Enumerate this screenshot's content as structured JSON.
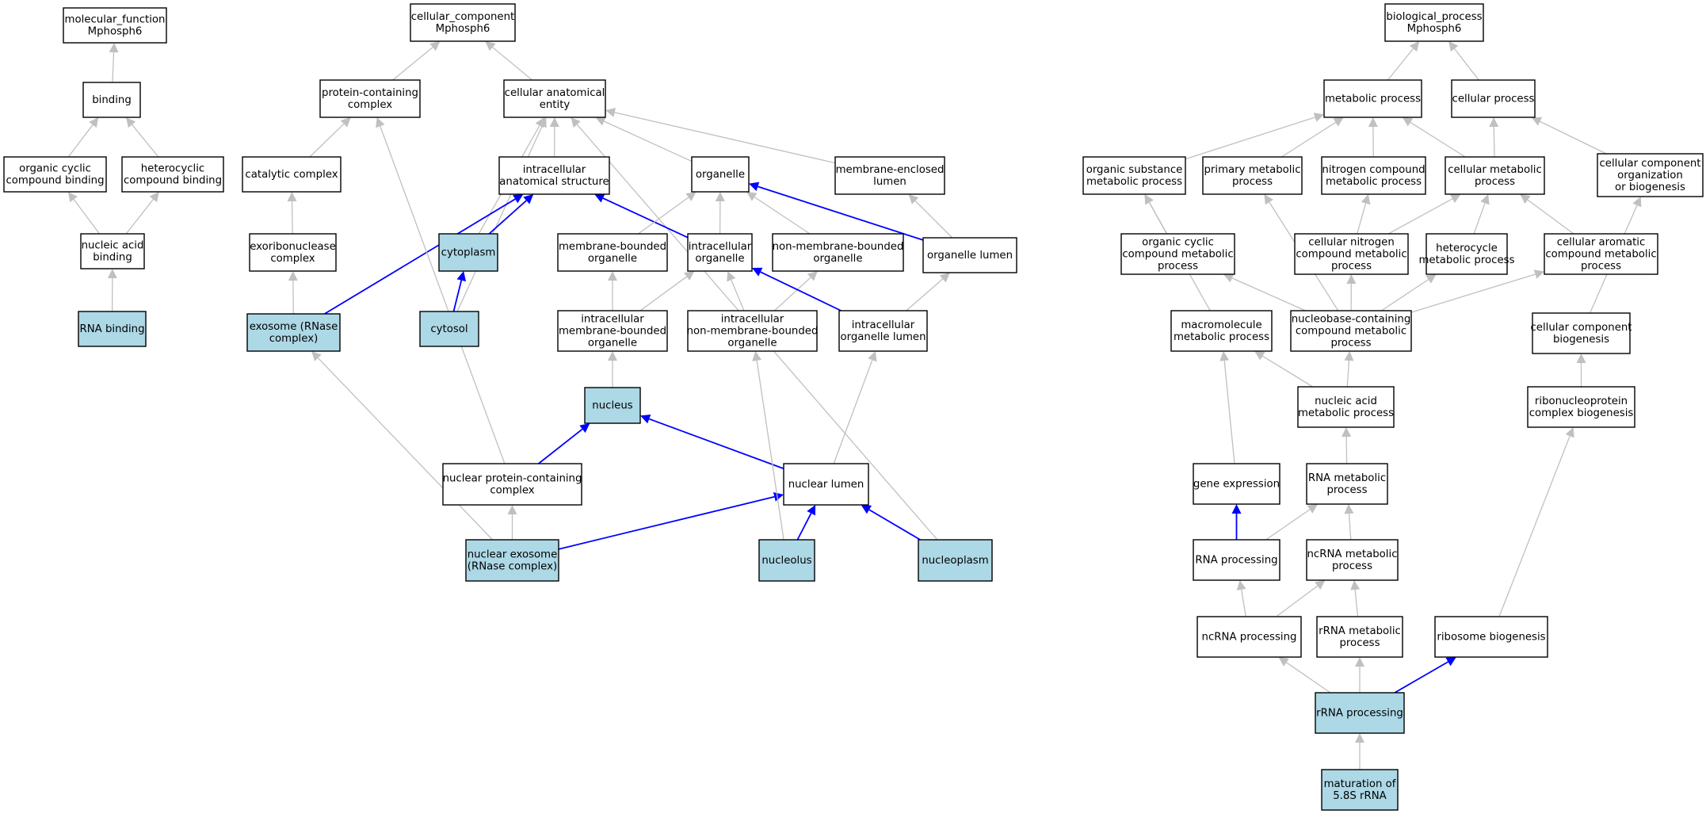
{
  "colors": {
    "background": "#ffffff",
    "node_fill": "#ffffff",
    "highlight_fill": "#add8e6",
    "gray_edge": "#c0c0c0",
    "blue_edge": "#0000ff",
    "border": "#000000"
  },
  "nodes": [
    {
      "id": "mf",
      "lines": [
        "molecular_function",
        "Mphosph6"
      ],
      "highlight": false
    },
    {
      "id": "binding",
      "lines": [
        "binding"
      ],
      "highlight": false
    },
    {
      "id": "ocb",
      "lines": [
        "organic cyclic",
        "compound binding"
      ],
      "highlight": false
    },
    {
      "id": "hcb",
      "lines": [
        "heterocyclic",
        "compound binding"
      ],
      "highlight": false
    },
    {
      "id": "nab",
      "lines": [
        "nucleic acid",
        "binding"
      ],
      "highlight": false
    },
    {
      "id": "rnab",
      "lines": [
        "RNA binding"
      ],
      "highlight": true
    },
    {
      "id": "cc",
      "lines": [
        "cellular_component",
        "Mphosph6"
      ],
      "highlight": false
    },
    {
      "id": "pcc",
      "lines": [
        "protein-containing",
        "complex"
      ],
      "highlight": false
    },
    {
      "id": "cae",
      "lines": [
        "cellular anatomical",
        "entity"
      ],
      "highlight": false
    },
    {
      "id": "catc",
      "lines": [
        "catalytic complex"
      ],
      "highlight": false
    },
    {
      "id": "ias",
      "lines": [
        "intracellular",
        "anatomical structure"
      ],
      "highlight": false
    },
    {
      "id": "organelle",
      "lines": [
        "organelle"
      ],
      "highlight": false
    },
    {
      "id": "mel",
      "lines": [
        "membrane-enclosed",
        "lumen"
      ],
      "highlight": false
    },
    {
      "id": "exoc",
      "lines": [
        "exoribonuclease",
        "complex"
      ],
      "highlight": false
    },
    {
      "id": "cytoplasm",
      "lines": [
        "cytoplasm"
      ],
      "highlight": true
    },
    {
      "id": "mbo",
      "lines": [
        "membrane-bounded",
        "organelle"
      ],
      "highlight": false
    },
    {
      "id": "io",
      "lines": [
        "intracellular",
        "organelle"
      ],
      "highlight": false
    },
    {
      "id": "nmbo",
      "lines": [
        "non-membrane-bounded",
        "organelle"
      ],
      "highlight": false
    },
    {
      "id": "ol",
      "lines": [
        "organelle lumen"
      ],
      "highlight": false
    },
    {
      "id": "exosome",
      "lines": [
        "exosome (RNase",
        "complex)"
      ],
      "highlight": true
    },
    {
      "id": "cytosol",
      "lines": [
        "cytosol"
      ],
      "highlight": true
    },
    {
      "id": "imbo",
      "lines": [
        "intracellular",
        "membrane-bounded",
        "organelle"
      ],
      "highlight": false
    },
    {
      "id": "inmbo",
      "lines": [
        "intracellular",
        "non-membrane-bounded",
        "organelle"
      ],
      "highlight": false
    },
    {
      "id": "iol",
      "lines": [
        "intracellular",
        "organelle lumen"
      ],
      "highlight": false
    },
    {
      "id": "nucleus",
      "lines": [
        "nucleus"
      ],
      "highlight": true
    },
    {
      "id": "npcc",
      "lines": [
        "nuclear protein-containing",
        "complex"
      ],
      "highlight": false
    },
    {
      "id": "nl",
      "lines": [
        "nuclear lumen"
      ],
      "highlight": false
    },
    {
      "id": "nexo",
      "lines": [
        "nuclear exosome",
        "(RNase complex)"
      ],
      "highlight": true
    },
    {
      "id": "nucleolus",
      "lines": [
        "nucleolus"
      ],
      "highlight": true
    },
    {
      "id": "nucleoplasm",
      "lines": [
        "nucleoplasm"
      ],
      "highlight": true
    },
    {
      "id": "bp",
      "lines": [
        "biological_process",
        "Mphosph6"
      ],
      "highlight": false
    },
    {
      "id": "mp",
      "lines": [
        "metabolic process"
      ],
      "highlight": false
    },
    {
      "id": "cp",
      "lines": [
        "cellular process"
      ],
      "highlight": false
    },
    {
      "id": "osmp",
      "lines": [
        "organic substance",
        "metabolic process"
      ],
      "highlight": false
    },
    {
      "id": "pmp",
      "lines": [
        "primary metabolic",
        "process"
      ],
      "highlight": false
    },
    {
      "id": "ncmp",
      "lines": [
        "nitrogen compound",
        "metabolic process"
      ],
      "highlight": false
    },
    {
      "id": "cmp",
      "lines": [
        "cellular metabolic",
        "process"
      ],
      "highlight": false
    },
    {
      "id": "ccob",
      "lines": [
        "cellular component",
        "organization",
        "or biogenesis"
      ],
      "highlight": false
    },
    {
      "id": "occmp",
      "lines": [
        "organic cyclic",
        "compound metabolic",
        "process"
      ],
      "highlight": false
    },
    {
      "id": "cncmp",
      "lines": [
        "cellular nitrogen",
        "compound metabolic",
        "process"
      ],
      "highlight": false
    },
    {
      "id": "hmp",
      "lines": [
        "heterocycle",
        "metabolic process"
      ],
      "highlight": false
    },
    {
      "id": "cacmp",
      "lines": [
        "cellular aromatic",
        "compound metabolic",
        "process"
      ],
      "highlight": false
    },
    {
      "id": "mmp",
      "lines": [
        "macromolecule",
        "metabolic process"
      ],
      "highlight": false
    },
    {
      "id": "nbcmp",
      "lines": [
        "nucleobase-containing",
        "compound metabolic",
        "process"
      ],
      "highlight": false
    },
    {
      "id": "ccb",
      "lines": [
        "cellular component",
        "biogenesis"
      ],
      "highlight": false
    },
    {
      "id": "namp",
      "lines": [
        "nucleic acid",
        "metabolic process"
      ],
      "highlight": false
    },
    {
      "id": "rcb",
      "lines": [
        "ribonucleoprotein",
        "complex biogenesis"
      ],
      "highlight": false
    },
    {
      "id": "ge",
      "lines": [
        "gene expression"
      ],
      "highlight": false
    },
    {
      "id": "rmp",
      "lines": [
        "RNA metabolic",
        "process"
      ],
      "highlight": false
    },
    {
      "id": "rnap",
      "lines": [
        "RNA processing"
      ],
      "highlight": false
    },
    {
      "id": "ncrmp",
      "lines": [
        "ncRNA metabolic",
        "process"
      ],
      "highlight": false
    },
    {
      "id": "ncrp",
      "lines": [
        "ncRNA processing"
      ],
      "highlight": false
    },
    {
      "id": "rrmp",
      "lines": [
        "rRNA metabolic",
        "process"
      ],
      "highlight": false
    },
    {
      "id": "rb",
      "lines": [
        "ribosome biogenesis"
      ],
      "highlight": false
    },
    {
      "id": "rrp",
      "lines": [
        "rRNA processing"
      ],
      "highlight": true
    },
    {
      "id": "m58",
      "lines": [
        "maturation of",
        "5.8S rRNA"
      ],
      "highlight": true
    }
  ],
  "edges": [
    {
      "from": "binding",
      "to": "mf",
      "type": "gray"
    },
    {
      "from": "ocb",
      "to": "binding",
      "type": "gray"
    },
    {
      "from": "hcb",
      "to": "binding",
      "type": "gray"
    },
    {
      "from": "nab",
      "to": "ocb",
      "type": "gray"
    },
    {
      "from": "nab",
      "to": "hcb",
      "type": "gray"
    },
    {
      "from": "rnab",
      "to": "nab",
      "type": "gray"
    },
    {
      "from": "pcc",
      "to": "cc",
      "type": "gray"
    },
    {
      "from": "cae",
      "to": "cc",
      "type": "gray"
    },
    {
      "from": "catc",
      "to": "pcc",
      "type": "gray"
    },
    {
      "from": "exoc",
      "to": "catc",
      "type": "gray"
    },
    {
      "from": "exosome",
      "to": "exoc",
      "type": "gray"
    },
    {
      "from": "ias",
      "to": "cae",
      "type": "gray"
    },
    {
      "from": "organelle",
      "to": "cae",
      "type": "gray"
    },
    {
      "from": "mel",
      "to": "cae",
      "type": "gray"
    },
    {
      "from": "cytoplasm",
      "to": "cae",
      "type": "gray"
    },
    {
      "from": "cytosol",
      "to": "cae",
      "type": "gray"
    },
    {
      "from": "nucleoplasm",
      "to": "cae",
      "type": "gray"
    },
    {
      "from": "cytoplasm",
      "to": "ias",
      "type": "blue"
    },
    {
      "from": "exosome",
      "to": "ias",
      "type": "blue"
    },
    {
      "from": "io",
      "to": "ias",
      "type": "blue"
    },
    {
      "from": "cytosol",
      "to": "cytoplasm",
      "type": "blue"
    },
    {
      "from": "mbo",
      "to": "organelle",
      "type": "gray"
    },
    {
      "from": "io",
      "to": "organelle",
      "type": "gray"
    },
    {
      "from": "nmbo",
      "to": "organelle",
      "type": "gray"
    },
    {
      "from": "ol",
      "to": "organelle",
      "type": "blue"
    },
    {
      "from": "ol",
      "to": "mel",
      "type": "gray"
    },
    {
      "from": "imbo",
      "to": "mbo",
      "type": "gray"
    },
    {
      "from": "imbo",
      "to": "io",
      "type": "gray"
    },
    {
      "from": "inmbo",
      "to": "io",
      "type": "gray"
    },
    {
      "from": "inmbo",
      "to": "nmbo",
      "type": "gray"
    },
    {
      "from": "iol",
      "to": "io",
      "type": "blue"
    },
    {
      "from": "iol",
      "to": "ol",
      "type": "gray"
    },
    {
      "from": "nucleus",
      "to": "imbo",
      "type": "gray"
    },
    {
      "from": "npcc",
      "to": "nucleus",
      "type": "blue"
    },
    {
      "from": "npcc",
      "to": "pcc",
      "type": "gray"
    },
    {
      "from": "nl",
      "to": "nucleus",
      "type": "blue"
    },
    {
      "from": "nl",
      "to": "iol",
      "type": "gray"
    },
    {
      "from": "nexo",
      "to": "npcc",
      "type": "gray"
    },
    {
      "from": "nexo",
      "to": "exosome",
      "type": "gray"
    },
    {
      "from": "nexo",
      "to": "nl",
      "type": "blue"
    },
    {
      "from": "nucleolus",
      "to": "nl",
      "type": "blue"
    },
    {
      "from": "nucleolus",
      "to": "inmbo",
      "type": "gray"
    },
    {
      "from": "nucleoplasm",
      "to": "nl",
      "type": "blue"
    },
    {
      "from": "mp",
      "to": "bp",
      "type": "gray"
    },
    {
      "from": "cp",
      "to": "bp",
      "type": "gray"
    },
    {
      "from": "osmp",
      "to": "mp",
      "type": "gray"
    },
    {
      "from": "pmp",
      "to": "mp",
      "type": "gray"
    },
    {
      "from": "ncmp",
      "to": "mp",
      "type": "gray"
    },
    {
      "from": "cmp",
      "to": "mp",
      "type": "gray"
    },
    {
      "from": "cmp",
      "to": "cp",
      "type": "gray"
    },
    {
      "from": "ccob",
      "to": "cp",
      "type": "gray"
    },
    {
      "from": "occmp",
      "to": "osmp",
      "type": "gray"
    },
    {
      "from": "mmp",
      "to": "osmp",
      "type": "gray"
    },
    {
      "from": "cncmp",
      "to": "ncmp",
      "type": "gray"
    },
    {
      "from": "cncmp",
      "to": "cmp",
      "type": "gray"
    },
    {
      "from": "hmp",
      "to": "cmp",
      "type": "gray"
    },
    {
      "from": "cacmp",
      "to": "cmp",
      "type": "gray"
    },
    {
      "from": "nbcmp",
      "to": "occmp",
      "type": "gray"
    },
    {
      "from": "nbcmp",
      "to": "cncmp",
      "type": "gray"
    },
    {
      "from": "nbcmp",
      "to": "hmp",
      "type": "gray"
    },
    {
      "from": "nbcmp",
      "to": "cacmp",
      "type": "gray"
    },
    {
      "from": "nbcmp",
      "to": "pmp",
      "type": "gray"
    },
    {
      "from": "namp",
      "to": "nbcmp",
      "type": "gray"
    },
    {
      "from": "namp",
      "to": "mmp",
      "type": "gray"
    },
    {
      "from": "ccb",
      "to": "ccob",
      "type": "gray"
    },
    {
      "from": "rcb",
      "to": "ccb",
      "type": "gray"
    },
    {
      "from": "rmp",
      "to": "namp",
      "type": "gray"
    },
    {
      "from": "ge",
      "to": "mmp",
      "type": "gray"
    },
    {
      "from": "rnap",
      "to": "ge",
      "type": "blue"
    },
    {
      "from": "rnap",
      "to": "rmp",
      "type": "gray"
    },
    {
      "from": "ncrmp",
      "to": "rmp",
      "type": "gray"
    },
    {
      "from": "ncrp",
      "to": "rnap",
      "type": "gray"
    },
    {
      "from": "ncrp",
      "to": "ncrmp",
      "type": "gray"
    },
    {
      "from": "rrmp",
      "to": "ncrmp",
      "type": "gray"
    },
    {
      "from": "rb",
      "to": "rcb",
      "type": "gray"
    },
    {
      "from": "rrp",
      "to": "ncrp",
      "type": "gray"
    },
    {
      "from": "rrp",
      "to": "rrmp",
      "type": "gray"
    },
    {
      "from": "rrp",
      "to": "rb",
      "type": "blue"
    },
    {
      "from": "m58",
      "to": "rrp",
      "type": "gray"
    }
  ]
}
